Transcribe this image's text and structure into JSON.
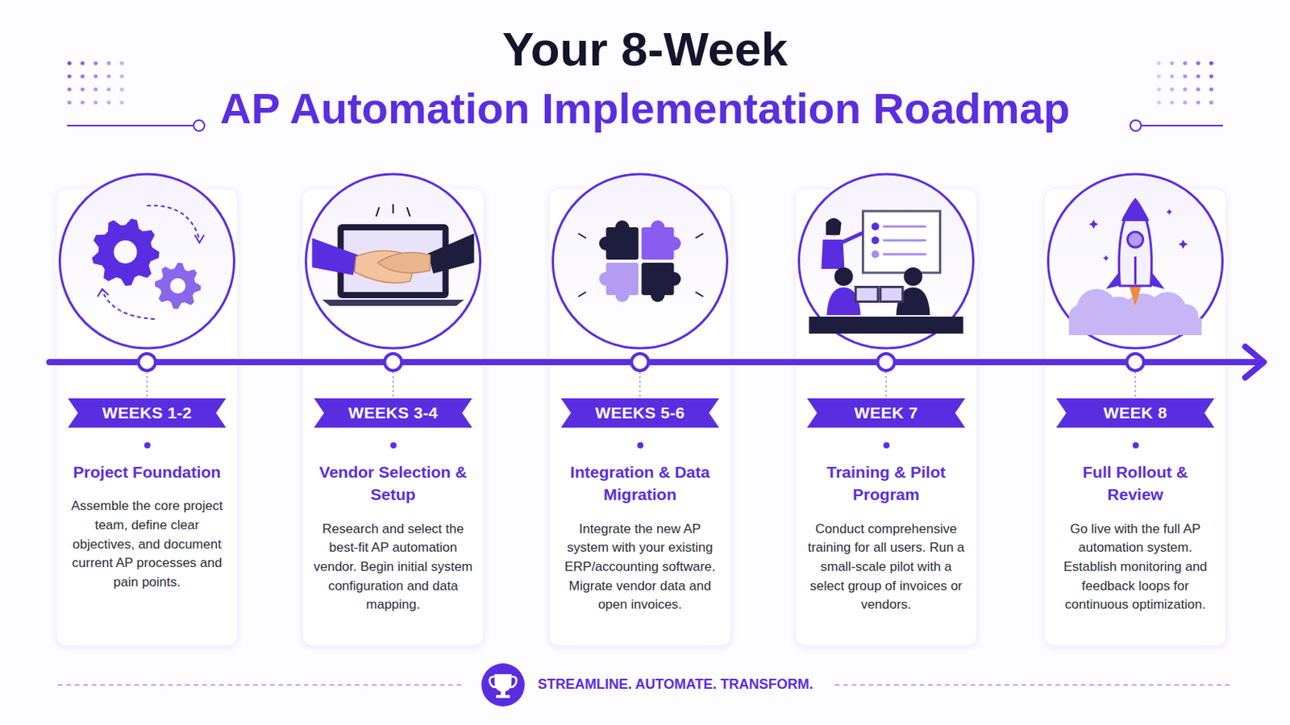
{
  "diagram": {
    "title": "Your 8-Week",
    "nodes": [
      {
        "text": [
          "WEEKS 1-2",
          "Project Foundation",
          "Assemble the core project team, define clear objectives, and document current AP processes and pain points."
        ]
      },
      {
        "text": [
          "WEEKS 3-4",
          "Vendor Selection & Setup",
          "Research and select the best-fit AP automation vendor. Begin initial system configuration and data mapping."
        ]
      },
      {
        "text": [
          "WEEKS 5-6",
          "Integration & Data Migration",
          "Integrate the new AP system with your existing ERP/accounting software. Migrate vendor data and open invoices."
        ]
      },
      {
        "text": [
          "WEEK 7",
          "Training & Pilot Program",
          "Conduct comprehensive training for all users. Run a small-scale pilot with a select group of invoices or vendors."
        ]
      },
      {
        "text": [
          "WEEK 8",
          "Full Rollout & Review",
          "Go live with the full AP automation system. Establish monitoring and feedback loops for continuous optimization."
        ]
      }
    ],
    "labels": [
      "AP Automation Implementation Roadmap",
      "STREAMLINE. AUTOMATE. TRANSFORM."
    ]
  }
}
